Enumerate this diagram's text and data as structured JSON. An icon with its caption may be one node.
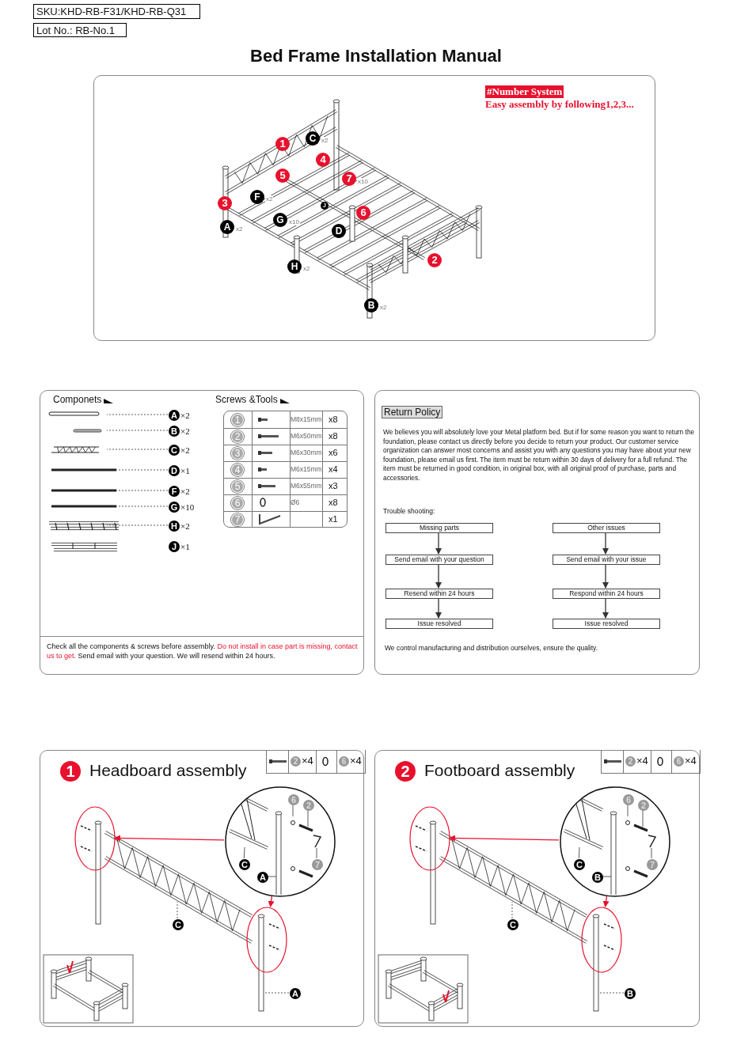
{
  "diagram": {
    "title": "Bed Frame Installation Manual",
    "nodes": [
      {
        "text": [
          "SKU:KHD-RB-F31/KHD-RB-Q31"
        ]
      },
      {
        "text": [
          "Lot No.: RB-No.1"
        ]
      },
      {
        "text": [
          "#Number System",
          "Easy assembly by following1,2,3..."
        ]
      },
      {
        "text": [
          "Componets",
          "Screws &Tools",
          "Check all the components & screws before assembly.",
          "Do not install in case part is missing, contact us to get.",
          "Send email with your question. We will resend within 24 hours."
        ]
      },
      {
        "text": [
          "A"
        ],
        "beside": [
          "×2"
        ],
        "in": 3
      },
      {
        "text": [
          "B"
        ],
        "beside": [
          "×2"
        ],
        "in": 3
      },
      {
        "text": [
          "C"
        ],
        "beside": [
          "×2"
        ],
        "in": 3
      },
      {
        "text": [
          "D"
        ],
        "beside": [
          "×1"
        ],
        "in": 3
      },
      {
        "text": [
          "F"
        ],
        "beside": [
          "×2"
        ],
        "in": 3
      },
      {
        "text": [
          "G"
        ],
        "beside": [
          "×10"
        ],
        "in": 3
      },
      {
        "text": [
          "H"
        ],
        "beside": [
          "×2"
        ],
        "in": 3
      },
      {
        "text": [
          "J"
        ],
        "beside": [
          "×1"
        ],
        "in": 3
      },
      {
        "text": [
          "Return Policy",
          "We believes you will absolutely love your Metal platform bed. But if for some reason you want to return the foundation, please contact us directly before you decide to return your product. Our customer service organization can answer most concerns and assist you with any questions you may have about your new foundation, please email us first. The item must be return within 30 days of delivery for a full refund. The item must be returned in good condition, in original box, with all original proof of purchase, parts and accessories.",
          "Trouble shooting:",
          "We control manufacturing and distribution ourselves, ensure the quality."
        ]
      },
      {
        "text": [
          "Missing parts"
        ],
        "in": 12
      },
      {
        "text": [
          "Send email with your question"
        ],
        "in": 12
      },
      {
        "text": [
          "Resend within 24 hours"
        ],
        "in": 12
      },
      {
        "text": [
          "Issue resolved"
        ],
        "in": 12
      },
      {
        "text": [
          "Other issues"
        ],
        "in": 12
      },
      {
        "text": [
          "Send email with your issue"
        ],
        "in": 12
      },
      {
        "text": [
          "Respond within 24 hours"
        ],
        "in": 12
      },
      {
        "text": [
          "Issue resolved"
        ],
        "in": 12
      },
      {
        "text": [
          "1",
          "Headboard assembly"
        ]
      },
      {
        "text": [],
        "shape": "circle",
        "in": 21
      },
      {
        "text": [],
        "shape": "ellipse",
        "in": 21
      },
      {
        "text": [],
        "shape": "ellipse",
        "in": 21
      },
      {
        "text": [
          "6"
        ],
        "in": 22
      },
      {
        "text": [
          "2"
        ],
        "in": 22
      },
      {
        "text": [
          "7"
        ],
        "in": 22
      },
      {
        "text": [
          "C"
        ],
        "in": 22
      },
      {
        "text": [
          "A"
        ],
        "in": 22
      },
      {
        "text": [
          "C"
        ],
        "in": 21
      },
      {
        "text": [
          "A"
        ],
        "in": 21
      },
      {
        "text": [
          "2",
          "Footboard assembly"
        ]
      },
      {
        "text": [],
        "shape": "circle",
        "in": 32
      },
      {
        "text": [],
        "shape": "ellipse",
        "in": 32
      },
      {
        "text": [],
        "shape": "ellipse",
        "in": 32
      },
      {
        "text": [
          "6"
        ],
        "in": 33
      },
      {
        "text": [
          "2"
        ],
        "in": 33
      },
      {
        "text": [
          "7"
        ],
        "in": 33
      },
      {
        "text": [
          "C"
        ],
        "in": 33
      },
      {
        "text": [
          "B"
        ],
        "in": 33
      },
      {
        "text": [
          "C"
        ],
        "in": 32
      },
      {
        "text": [
          "B"
        ],
        "in": 32
      }
    ],
    "edges": [
      {
        "from": 4,
        "to": null,
        "arrow": "none",
        "style": "dashed"
      },
      {
        "from": 5,
        "to": null,
        "arrow": "none",
        "style": "dashed"
      },
      {
        "from": 6,
        "to": null,
        "arrow": "none",
        "style": "dashed"
      },
      {
        "from": 7,
        "to": null,
        "arrow": "none",
        "style": "dashed"
      },
      {
        "from": 8,
        "to": null,
        "arrow": "none",
        "style": "dashed"
      },
      {
        "from": 9,
        "to": null,
        "arrow": "none",
        "style": "dashed"
      },
      {
        "from": 10,
        "to": null,
        "arrow": "none",
        "style": "dashed"
      },
      {
        "from": 13,
        "to": 14,
        "arrow": "to"
      },
      {
        "from": 14,
        "to": 15,
        "arrow": "to"
      },
      {
        "from": 15,
        "to": 16,
        "arrow": "to"
      },
      {
        "from": 17,
        "to": 18,
        "arrow": "to"
      },
      {
        "from": 18,
        "to": 19,
        "arrow": "to"
      },
      {
        "from": 19,
        "to": 20,
        "arrow": "to"
      },
      {
        "from": 22,
        "to": 23,
        "arrow": "to",
        "color": "#e8112d"
      },
      {
        "from": 22,
        "to": 24,
        "arrow": "to",
        "color": "#e8112d"
      },
      {
        "from": 25,
        "to": null,
        "arrow": "none"
      },
      {
        "from": 26,
        "to": null,
        "arrow": "none"
      },
      {
        "from": 27,
        "to": null,
        "arrow": "none"
      },
      {
        "from": 28,
        "to": null,
        "arrow": "none"
      },
      {
        "from": 29,
        "to": null,
        "arrow": "none"
      },
      {
        "from": 30,
        "to": null,
        "arrow": "none",
        "style": "dashed"
      },
      {
        "from": 31,
        "to": null,
        "arrow": "none",
        "style": "dashed"
      },
      {
        "from": 33,
        "to": 34,
        "arrow": "to",
        "color": "#e8112d"
      },
      {
        "from": 33,
        "to": 35,
        "arrow": "to",
        "color": "#e8112d"
      },
      {
        "from": 36,
        "to": null,
        "arrow": "none"
      },
      {
        "from": 37,
        "to": null,
        "arrow": "none"
      },
      {
        "from": 38,
        "to": null,
        "arrow": "none"
      },
      {
        "from": 39,
        "to": null,
        "arrow": "none"
      },
      {
        "from": 40,
        "to": null,
        "arrow": "none"
      },
      {
        "from": 41,
        "to": null,
        "arrow": "none",
        "style": "dashed"
      },
      {
        "from": 42,
        "to": null,
        "arrow": "none",
        "style": "dashed"
      }
    ],
    "labels": [
      "1",
      "C",
      "x2",
      "4",
      "5",
      "7",
      "x10",
      "F",
      "x2",
      "3",
      "J",
      "6",
      "G",
      "x10",
      "A",
      "x2",
      "D",
      "2",
      "H",
      "x2",
      "B",
      "x2",
      "1",
      "M8x15mm",
      "x8",
      "2",
      "M6x50mm",
      "x8",
      "3",
      "M6x30mm",
      "x6",
      "4",
      "M6x15mm",
      "x4",
      "5",
      "M6x55mm",
      "x3",
      "6",
      "Ø6",
      "x8",
      "7",
      "x1",
      "2",
      "×4",
      "6",
      "×4",
      "2",
      "×4",
      "6",
      "×4"
    ]
  }
}
